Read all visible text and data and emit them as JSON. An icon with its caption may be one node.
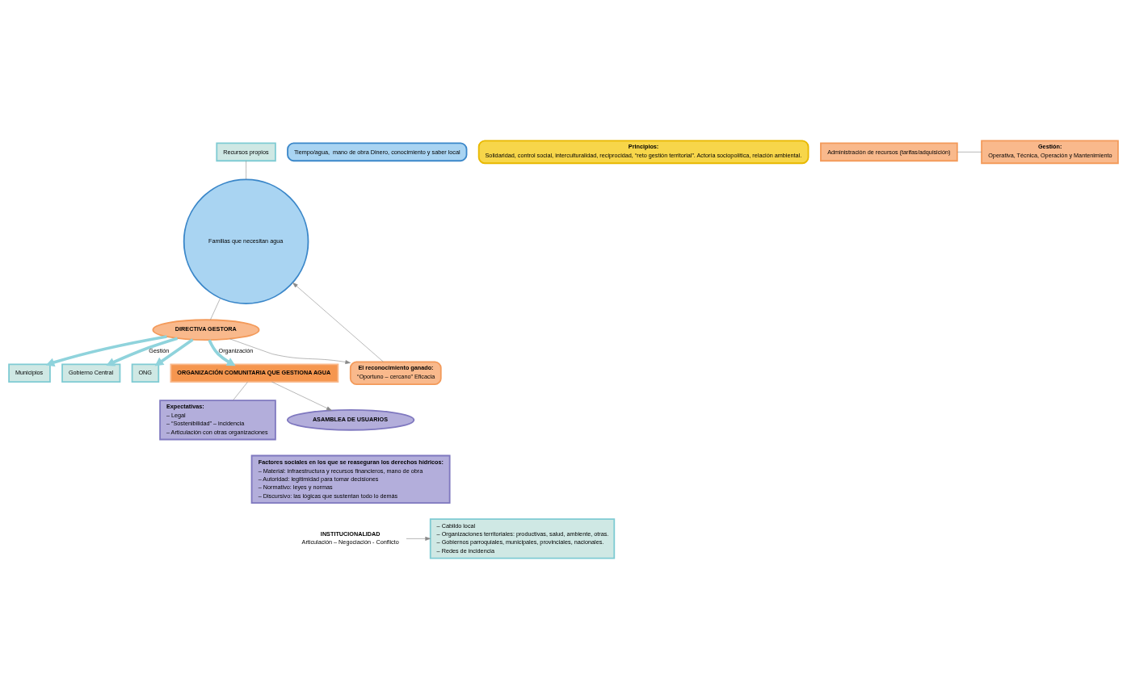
{
  "diagram": {
    "nodes": [
      {
        "text": [
          "Recursos propios"
        ]
      },
      {
        "text": [
          "Familias que necesitan agua"
        ]
      },
      {
        "text": [
          "Tiempo/agua,  mano de obra Dinero, conocimiento y saber local"
        ]
      },
      {
        "text": [
          "Principios:",
          "Solidaridad, control social, interculturalidad, reciprocidad, “reto gestión territorial”. Actoría sociopolítica, relación ambiental."
        ]
      },
      {
        "text": [
          "El reconocimiento ganado:",
          "“Oportuno – cercano” Eficacia"
        ]
      },
      {
        "text": [
          "Municipios"
        ]
      },
      {
        "text": [
          "Gobierno Central"
        ]
      },
      {
        "text": [
          "ONG"
        ]
      },
      {
        "text": [
          "DIRECTIVA GESTORA"
        ]
      },
      {
        "text": [
          "ORGANIZACIÓN COMUNITARIA QUE GESTIONA AGUA"
        ]
      },
      {
        "text": [
          "Expectativas:",
          "– Legal",
          "– “Sostenibilidad” – incidencia",
          "– Articulación con otras organizaciones"
        ]
      },
      {
        "text": [
          "Administración de recursos (tarifas/adquisición)"
        ]
      },
      {
        "text": [
          "Gestión:",
          "Operativa, Técnica, Operación y Mantenimiento"
        ]
      },
      {
        "text": [
          "ASAMBLEA DE USUARIOS"
        ]
      },
      {
        "text": [
          "Factores sociales en los que se reaseguran los derechos hídricos:",
          "– Material: infraestructura y recursos financieros, mano de obra",
          "– Autoridad: legitimidad para tomar decisiones",
          "– Normativo: leyes y normas",
          "– Discursivo: las lógicas que sustentan todo lo demás"
        ]
      },
      {
        "text": [
          "INSTITUCIONALIDAD",
          "Articulación – Negociación - Conflicto"
        ]
      },
      {
        "text": [
          "– Cabildo local",
          "– Organizaciones territoriales: productivas, salud, ambiente, otras.",
          "– Gobiernos parroquiales, municipales, provinciales, nacionales.",
          "– Redes de incidencia"
        ]
      }
    ],
    "edges": [
      {
        "from": 0,
        "to": 1,
        "arrow": "none"
      },
      {
        "from": 4,
        "to": 1,
        "arrow": "to"
      },
      {
        "from": 1,
        "to": 8,
        "arrow": "none"
      },
      {
        "from": 8,
        "to": 4,
        "arrow": "to"
      },
      {
        "from": 8,
        "to": 5,
        "arrow": "to",
        "style": "thick",
        "color": "#8fd3dc"
      },
      {
        "from": 8,
        "to": 6,
        "arrow": "to",
        "label": "Gestión",
        "style": "thick",
        "color": "#8fd3dc"
      },
      {
        "from": 8,
        "to": 7,
        "arrow": "to",
        "style": "thick",
        "color": "#8fd3dc"
      },
      {
        "from": 8,
        "to": 9,
        "arrow": "to",
        "label": "Organización",
        "style": "thick",
        "color": "#8fd3dc"
      },
      {
        "from": 9,
        "to": 10,
        "arrow": "none"
      },
      {
        "from": 9,
        "to": 13,
        "arrow": "to"
      },
      {
        "from": 11,
        "to": 12,
        "arrow": "none"
      },
      {
        "from": 15,
        "to": 16,
        "arrow": "to"
      }
    ]
  }
}
